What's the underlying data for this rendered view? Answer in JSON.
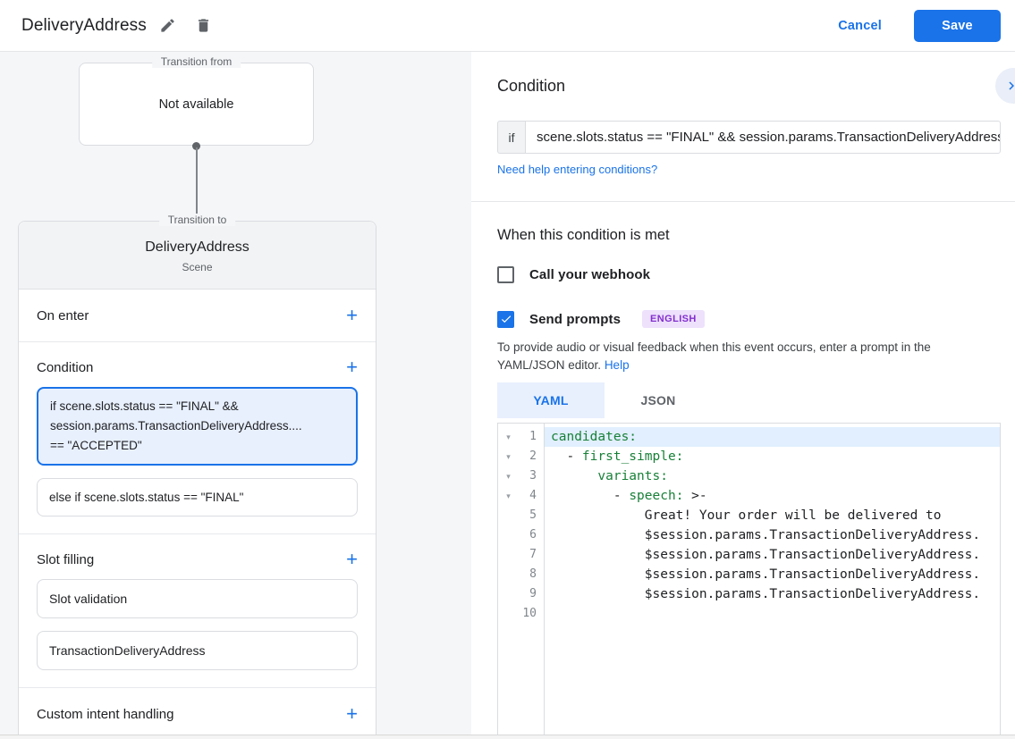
{
  "header": {
    "title": "DeliveryAddress",
    "cancel_label": "Cancel",
    "save_label": "Save"
  },
  "canvas": {
    "transition_from": {
      "legend": "Transition from",
      "value": "Not available"
    },
    "scene_card": {
      "legend": "Transition to",
      "title": "DeliveryAddress",
      "subtitle": "Scene",
      "on_enter_label": "On enter",
      "condition_label": "Condition",
      "condition_selected_lines": [
        "if scene.slots.status == \"FINAL\" &&",
        "session.params.TransactionDeliveryAddress....",
        "== \"ACCEPTED\""
      ],
      "condition_else": "else if scene.slots.status == \"FINAL\"",
      "slot_filling_label": "Slot filling",
      "slot_cards": [
        "Slot validation",
        "TransactionDeliveryAddress"
      ],
      "custom_intent_label": "Custom intent handling"
    }
  },
  "panel": {
    "condition_heading": "Condition",
    "if_label": "if",
    "if_value": "scene.slots.status == \"FINAL\" && session.params.TransactionDeliveryAddress",
    "help_link": "Need help entering conditions?",
    "when_heading": "When this condition is met",
    "webhook_label": "Call your webhook",
    "webhook_checked": false,
    "prompts_label": "Send prompts",
    "prompts_checked": true,
    "language_badge": "ENGLISH",
    "helper_text": "To provide audio or visual feedback when this event occurs, enter a prompt in the YAML/JSON editor.",
    "helper_link": "Help",
    "tabs": {
      "yaml": "YAML",
      "json": "JSON",
      "active": "YAML"
    },
    "editor": {
      "lines": [
        {
          "n": "1",
          "fold": true,
          "active": true,
          "parts": [
            [
              "k",
              "candidates:"
            ]
          ]
        },
        {
          "n": "2",
          "fold": true,
          "parts": [
            [
              "p",
              "  - "
            ],
            [
              "k",
              "first_simple:"
            ]
          ]
        },
        {
          "n": "3",
          "fold": true,
          "parts": [
            [
              "p",
              "      "
            ],
            [
              "k",
              "variants:"
            ]
          ]
        },
        {
          "n": "4",
          "fold": true,
          "parts": [
            [
              "p",
              "        - "
            ],
            [
              "k",
              "speech:"
            ],
            [
              "p",
              " >-"
            ]
          ]
        },
        {
          "n": "5",
          "parts": [
            [
              "p",
              "            Great! Your order will be delivered to"
            ]
          ]
        },
        {
          "n": "6",
          "parts": [
            [
              "p",
              "            $session.params.TransactionDeliveryAddress."
            ]
          ]
        },
        {
          "n": "7",
          "parts": [
            [
              "p",
              "            $session.params.TransactionDeliveryAddress."
            ]
          ]
        },
        {
          "n": "8",
          "parts": [
            [
              "p",
              "            $session.params.TransactionDeliveryAddress."
            ]
          ]
        },
        {
          "n": "9",
          "parts": [
            [
              "p",
              "            $session.params.TransactionDeliveryAddress."
            ]
          ]
        },
        {
          "n": "10",
          "parts": []
        }
      ]
    }
  },
  "colors": {
    "accent_blue": "#1a73e8",
    "yaml_key_green": "#188038",
    "badge_bg": "#ede1fc",
    "badge_text": "#8430ce",
    "selected_condition_bg": "#e8f0fe",
    "selected_line_bg": "#e1effe",
    "canvas_bg": "#f5f6f8",
    "card_header_bg": "#f1f3f4",
    "border": "#dadce0"
  }
}
